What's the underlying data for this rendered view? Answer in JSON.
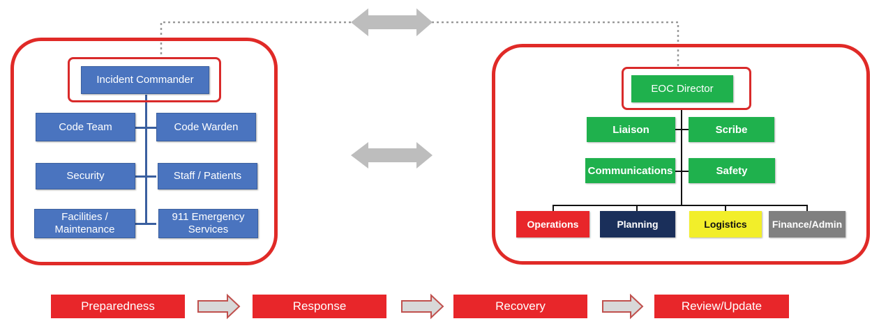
{
  "ics": {
    "commander": "Incident Commander",
    "left": [
      "Code Team",
      "Security",
      "Facilities / Maintenance"
    ],
    "right": [
      "Code Warden",
      "Staff / Patients",
      "911 Emergency Services"
    ]
  },
  "eoc": {
    "director": "EOC Director",
    "left": [
      "Liaison",
      "Communications"
    ],
    "right": [
      "Scribe",
      "Safety"
    ],
    "sections": [
      {
        "label": "Operations",
        "bg": "#e8262a",
        "fg": "#ffffff"
      },
      {
        "label": "Planning",
        "bg": "#1a2f5a",
        "fg": "#ffffff"
      },
      {
        "label": "Logistics",
        "bg": "#f2ee2a",
        "fg": "#111111"
      },
      {
        "label": "Finance/Admin",
        "bg": "#808080",
        "fg": "#ffffff"
      }
    ]
  },
  "phases": [
    "Preparedness",
    "Response",
    "Recovery",
    "Review/Update"
  ],
  "colors": {
    "frame": "#e02a27",
    "ics_box": "#4a74bf",
    "eoc_box": "#1fb14d",
    "arrow_gray": "#bdbdbd",
    "phase_red": "#e8262a"
  }
}
